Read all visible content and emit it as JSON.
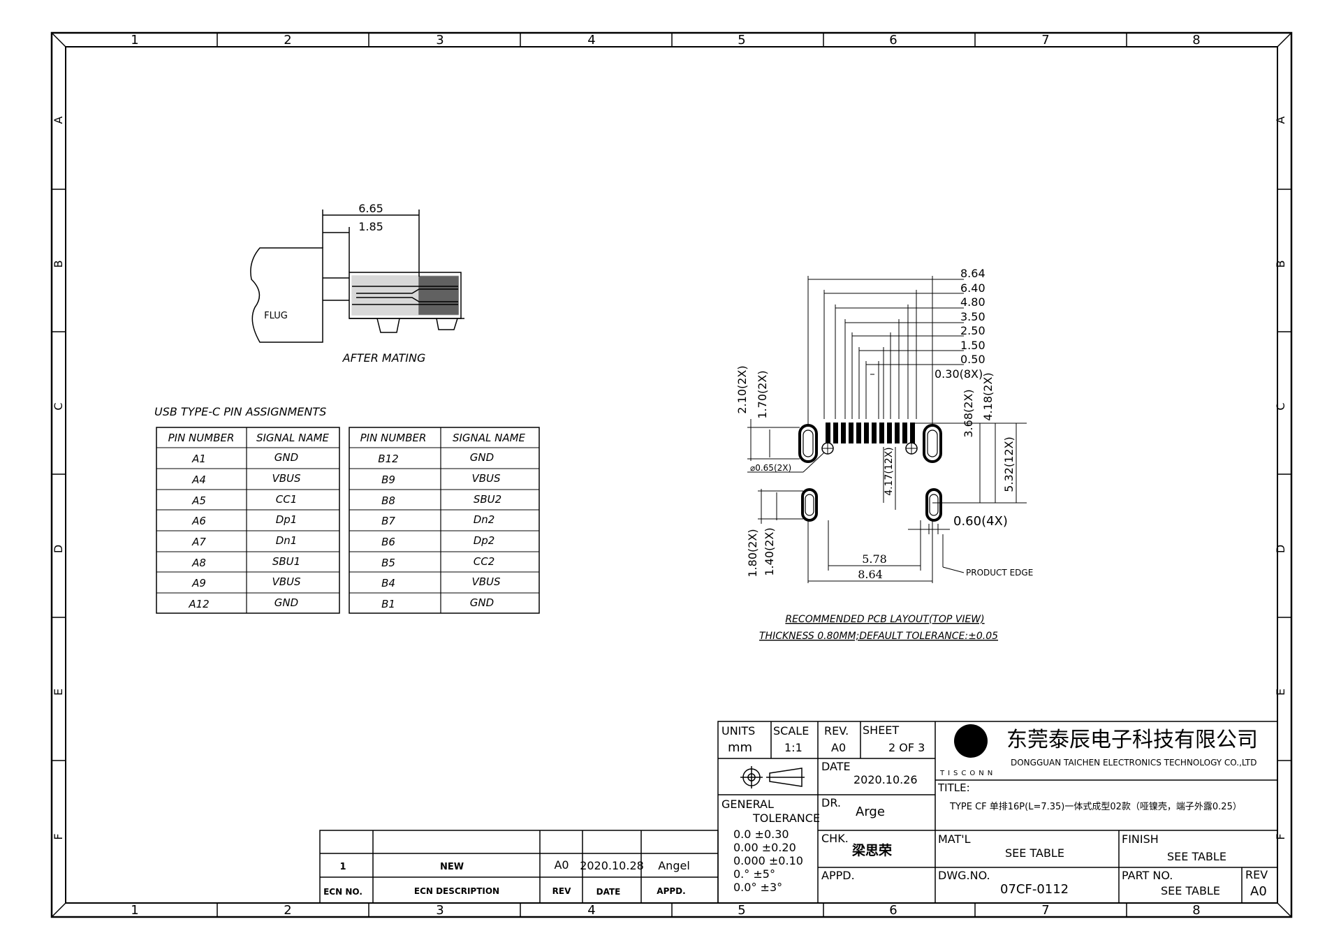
{
  "border": {
    "top_numbers": [
      "1",
      "2",
      "3",
      "4",
      "5",
      "6",
      "7",
      "8"
    ],
    "side_letters": [
      "A",
      "B",
      "C",
      "D",
      "E",
      "F"
    ]
  },
  "after_mating": {
    "plug_label": "FLUG",
    "caption": "AFTER MATING",
    "dims": [
      "6.65",
      "1.85"
    ]
  },
  "pin_table": {
    "title": "USB TYPE-C PIN ASSIGNMENTS",
    "headers": [
      "PIN NUMBER",
      "SIGNAL NAME"
    ],
    "left_rows": [
      [
        "A1",
        "GND"
      ],
      [
        "A4",
        "VBUS"
      ],
      [
        "A5",
        "CC1"
      ],
      [
        "A6",
        "Dp1"
      ],
      [
        "A7",
        "Dn1"
      ],
      [
        "A8",
        "SBU1"
      ],
      [
        "A9",
        "VBUS"
      ],
      [
        "A12",
        "GND"
      ]
    ],
    "right_rows": [
      [
        "B12",
        "GND"
      ],
      [
        "B9",
        "VBUS"
      ],
      [
        "B8",
        "SBU2"
      ],
      [
        "B7",
        "Dn2"
      ],
      [
        "B6",
        "Dp2"
      ],
      [
        "B5",
        "CC2"
      ],
      [
        "B4",
        "VBUS"
      ],
      [
        "B1",
        "GND"
      ]
    ]
  },
  "pcb_layout": {
    "top_dims": [
      "8.64",
      "6.40",
      "4.80",
      "3.50",
      "2.50",
      "1.50",
      "0.50",
      "0.30(8X)"
    ],
    "left_dims": [
      "2.10(2X)",
      "1.70(2X)"
    ],
    "right_dims": [
      "3.68(2X)",
      "4.18(2X)",
      "5.32(12X)"
    ],
    "mid_dim": "4.17(12X)",
    "hole_dim": "⌀0.65(2X)",
    "bottom_left_dims": [
      "1.80(2X)",
      "1.40(2X)"
    ],
    "slot_dim": "0.60(4X)",
    "bottom_dims": [
      "5.78",
      "8.64"
    ],
    "edge_label": "PRODUCT EDGE",
    "caption_1": "RECOMMENDED PCB LAYOUT(TOP VIEW)",
    "caption_2": "THICKNESS 0.80MM;DEFAULT TOLERANCE:±0.05"
  },
  "revision_block": {
    "row": {
      "ecn": "1",
      "desc": "NEW",
      "rev": "A0",
      "date": "2020.10.28",
      "appd": "Angel"
    },
    "headers": {
      "ecn": "ECN NO.",
      "desc": "ECN DESCRIPTION",
      "rev": "REV",
      "date": "DATE",
      "appd": "APPD."
    }
  },
  "title_block": {
    "units_label": "UNITS",
    "units_value": "mm",
    "scale_label": "SCALE",
    "scale_value": "1:1",
    "rev_label": "REV.",
    "rev_value": "A0",
    "sheet_label": "SHEET",
    "sheet_value": "2 OF 3",
    "date_label": "DATE",
    "date_value": "2020.10.26",
    "general_label": "GENERAL",
    "tolerance_label": "TOLERANCE",
    "tolerances": [
      "0.0    ±0.30",
      "0.00   ±0.20",
      "0.000 ±0.10",
      "0.°   ±5°",
      "0.0°  ±3°"
    ],
    "dr_label": "DR.",
    "dr_value": "Arge",
    "chk_label": "CHK.",
    "chk_value": "梁思荣",
    "appd_label": "APPD.",
    "company_cn": "东莞泰辰电子科技有限公司",
    "company_en": "DONGGUAN TAICHEN ELECTRONICS TECHNOLOGY CO.,LTD",
    "logo_text": "TISCONN",
    "title_label": "TITLE:",
    "title_value": "TYPE CF 单排16P(L=7.35)一体式成型02款（哑镍壳，端子外露0.25）",
    "matl_label": "MAT'L",
    "matl_value": "SEE TABLE",
    "finish_label": "FINISH",
    "finish_value": "SEE TABLE",
    "dwg_label": "DWG.NO.",
    "dwg_value": "07CF-0112",
    "part_label": "PART NO.",
    "part_value": "SEE TABLE",
    "rev2_label": "REV",
    "rev2_value": "A0"
  }
}
